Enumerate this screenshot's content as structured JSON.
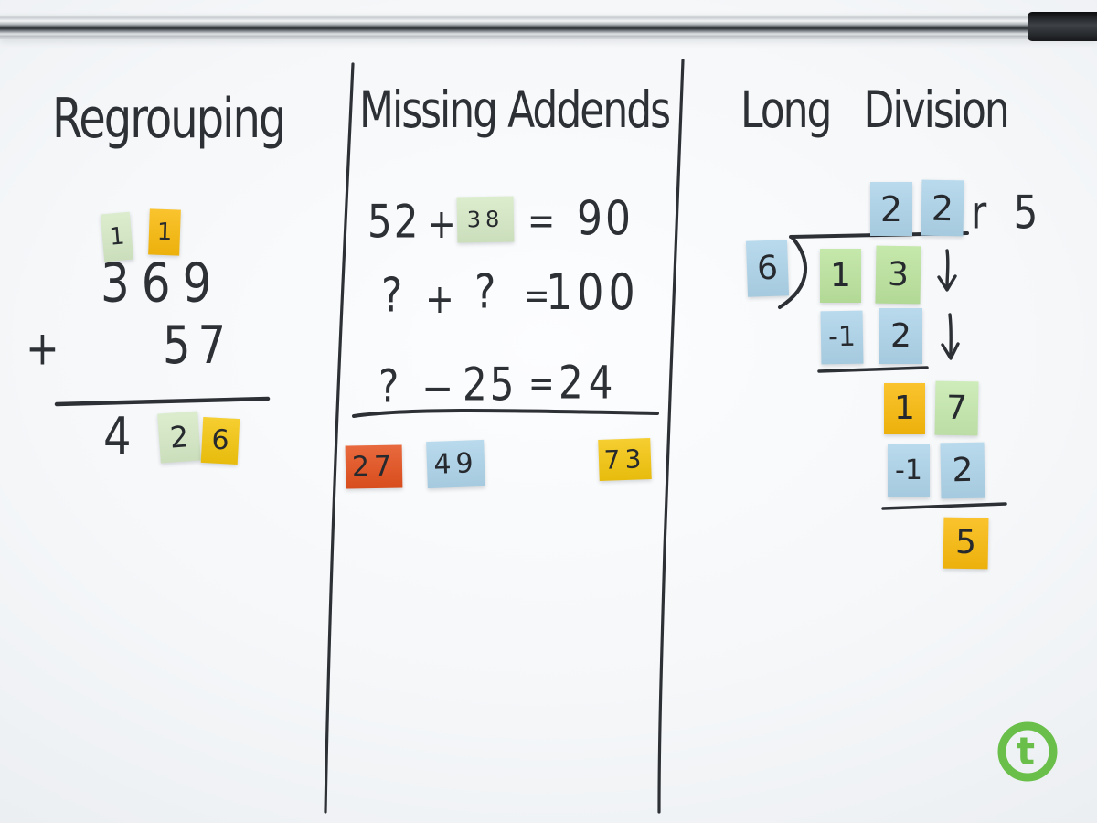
{
  "regrouping": {
    "title": "Regrouping",
    "carry_tens": "1",
    "carry_hundreds": "1",
    "addend_top": "369",
    "operator": "+",
    "addend_bottom": "57",
    "sum_hundreds": "4",
    "sum_tens_note": "2",
    "sum_ones_note": "6"
  },
  "missing_addends": {
    "title": "Missing Addends",
    "eq1": {
      "a": "52",
      "op": "+",
      "missing_note": "38",
      "equals": "=",
      "result": "90"
    },
    "eq2": {
      "a": "?",
      "op": "+",
      "b": "?",
      "equals": "=",
      "result": "100"
    },
    "eq3": {
      "a": "?",
      "op": "−",
      "b": "25",
      "equals": "=",
      "result": "24"
    },
    "answer_notes": [
      "27",
      "49",
      "73"
    ]
  },
  "long_division": {
    "title": "Long Division",
    "quotient_tens": "2",
    "quotient_ones": "2",
    "remainder": "r 5",
    "divisor": "6",
    "dividend_tens": "1",
    "dividend_ones": "3",
    "subtract1_tens": "-1",
    "subtract1_ones": "2",
    "partial_tens": "1",
    "partial_ones": "7",
    "subtract2_tens": "-1",
    "subtract2_ones": "2",
    "final_remainder": "5"
  },
  "logo": {
    "letter": "t",
    "color": "#6abf4b"
  },
  "colors": {
    "mint_note": "#d6eac6",
    "green_note": "#bce49e",
    "pale_green_note": "#c6e9ae",
    "blue_note": "#aed4ea",
    "yellow_note": "#f9ba0c",
    "gold_note": "#f4c60e",
    "orange_note": "#e4511e",
    "marker_ink": "#2d3035",
    "logo_green": "#6abf4b"
  }
}
